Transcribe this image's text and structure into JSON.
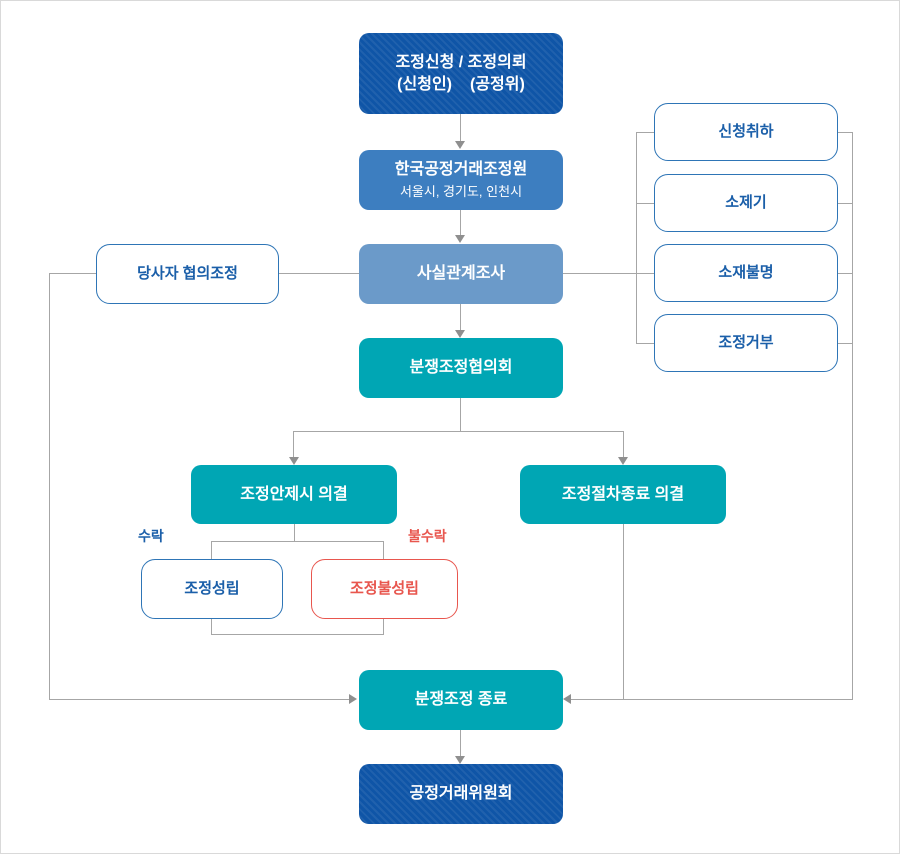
{
  "colors": {
    "dark_blue": "#0f55a7",
    "medium_blue": "#3d7ec0",
    "steel_blue": "#6b9ac9",
    "teal": "#00a6b4",
    "outline_blue": "#2e75b6",
    "text_blue": "#1b5fa9",
    "red": "#e8564e",
    "line_gray": "#a6a6a6"
  },
  "nodes": {
    "apply": {
      "line1": "조정신청 / 조정의뢰",
      "applicant": "(신청인)",
      "ftc_abbr": "(공정위)"
    },
    "agency": {
      "title": "한국공정거래조정원",
      "subtitle": "서울시, 경기도, 인천시"
    },
    "fact_check": {
      "label": "사실관계조사"
    },
    "party_settlement": {
      "label": "당사자 협의조정"
    },
    "withdrawal": {
      "label": "신청취하"
    },
    "filing_suit": {
      "label": "소제기"
    },
    "whereabouts_unknown": {
      "label": "소재불명"
    },
    "mediation_refusal": {
      "label": "조정거부"
    },
    "council": {
      "label": "분쟁조정협의회"
    },
    "proposal_resolution": {
      "label": "조정안제시 의결"
    },
    "termination_resolution": {
      "label": "조정절차종료 의결"
    },
    "settled": {
      "label": "조정성립"
    },
    "not_settled": {
      "label": "조정불성립"
    },
    "end": {
      "label": "분쟁조정 종료"
    },
    "ftc": {
      "label": "공정거래위원회"
    }
  },
  "labels": {
    "accept": "수락",
    "reject": "불수락"
  }
}
